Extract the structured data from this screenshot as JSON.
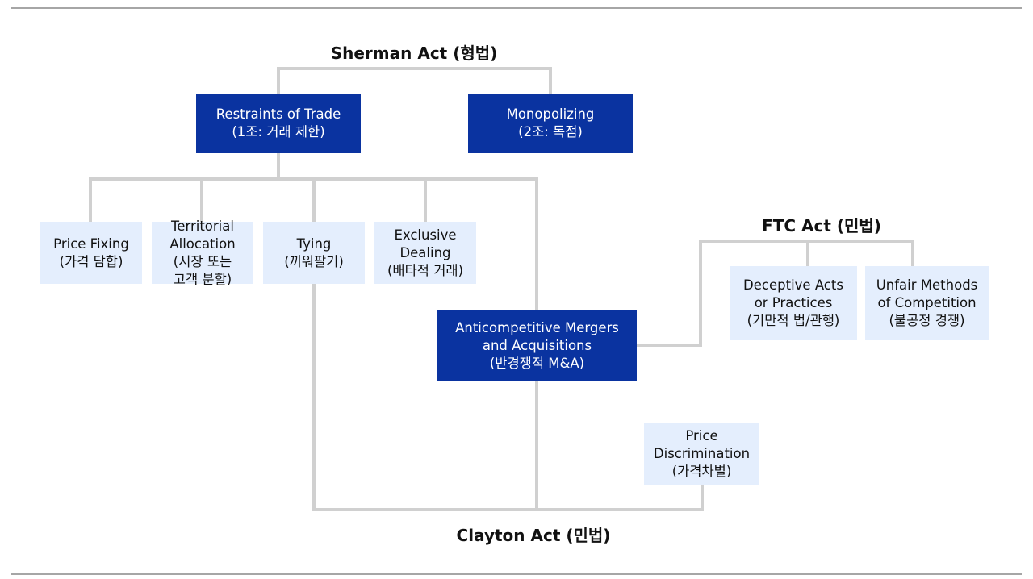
{
  "laws": {
    "sherman": "Sherman Act (형법)",
    "ftc": "FTC Act (민법)",
    "clayton": "Clayton Act (민법)"
  },
  "nodes": {
    "restraints": [
      "Restraints of Trade",
      "(1조: 거래 제한)"
    ],
    "monopolizing": [
      "Monopolizing",
      "(2조: 독점)"
    ],
    "price_fixing": [
      "Price Fixing",
      "(가격 담합)"
    ],
    "territorial": [
      "Territorial",
      "Allocation",
      "(시장 또는",
      "고객 분할)"
    ],
    "tying": [
      "Tying",
      "(끼워팔기)"
    ],
    "exclusive": [
      "Exclusive",
      "Dealing",
      "(배타적 거래)"
    ],
    "mergers": [
      "Anticompetitive Mergers",
      "and Acquisitions",
      "(반경쟁적 M&A)"
    ],
    "deceptive": [
      "Deceptive Acts",
      "or Practices",
      "(기만적 법/관행)"
    ],
    "unfair": [
      "Unfair Methods",
      "of Competition",
      "(불공정 경쟁)"
    ],
    "price_disc": [
      "Price",
      "Discrimination",
      "(가격차별)"
    ]
  },
  "colors": {
    "dark_box": "#0a33a0",
    "light_box": "#e4eefd",
    "connector": "#d0d0d0",
    "rule": "#a6a6a6"
  }
}
